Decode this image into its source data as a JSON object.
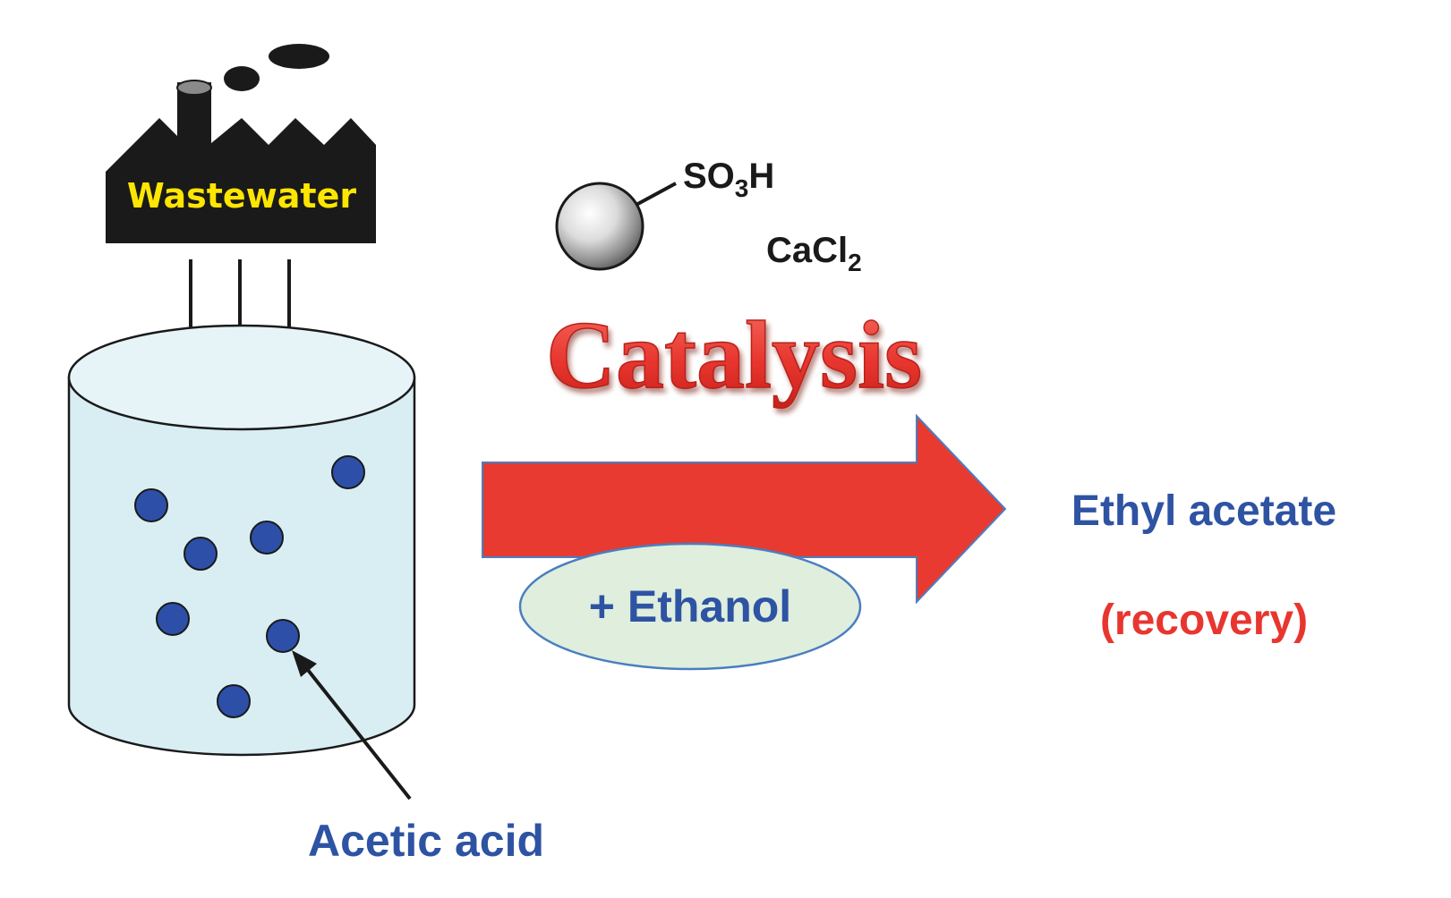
{
  "factory": {
    "label": "Wastewater",
    "label_color": "#ffe600",
    "body_color": "#1a1a1a",
    "chimney_top_color": "#8a8a8a",
    "icon": "factory-icon"
  },
  "tank": {
    "fill_color": "#d9eef3",
    "top_color": "#e6f4f7",
    "molecule_color": "#2d4fa8",
    "molecule_count": 7
  },
  "catalyst": {
    "group": "SO",
    "group_sub": "3",
    "group_tail": "H",
    "salt": "CaCl",
    "salt_sub": "2",
    "title": "Catalysis",
    "title_color": "#e8362f"
  },
  "reaction": {
    "arrow_color": "#e83a30",
    "reagent": "+ Ethanol",
    "reagent_color": "#2e53a3",
    "reagent_bubble_color": "#dfeedd"
  },
  "product": {
    "name": "Ethyl acetate",
    "name_color": "#2e53a3",
    "note": "(recovery)",
    "note_color": "#e8362f"
  },
  "labels": {
    "molecule": "Acetic acid",
    "molecule_color": "#2e53a3"
  }
}
